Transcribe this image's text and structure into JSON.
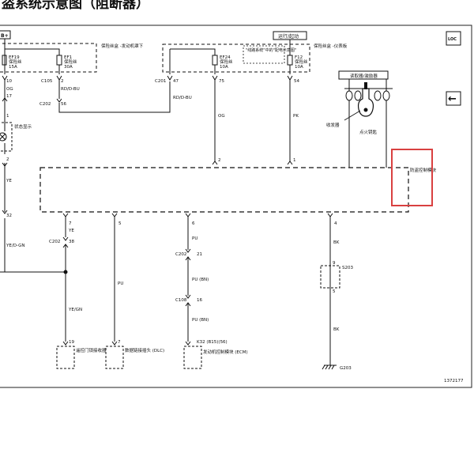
{
  "title": "盗系统示意图（阻断器）",
  "fuse_boxes": {
    "left": "保险丝盒 -发动机罩下",
    "right": "保险丝盒 -仪表板",
    "note": "\"线路系统\"中的\"配电示意图\""
  },
  "supply_labels": {
    "b_plus": "B+",
    "run_crank": "运行/起动"
  },
  "fuses": [
    {
      "id": "EF19",
      "type": "保险丝",
      "rating": "15A"
    },
    {
      "id": "EF1",
      "type": "保险丝",
      "rating": "30A"
    },
    {
      "id": "EF24",
      "type": "保险丝",
      "rating": "10A"
    },
    {
      "id": "F12",
      "type": "保险丝",
      "rating": "10A"
    }
  ],
  "pins": {
    "p10": "10",
    "c105": "C105",
    "p2": "2",
    "c201": "C201",
    "p47": "47",
    "p75": "75",
    "p54": "54",
    "p17": "17",
    "c202": "C202",
    "p56": "56",
    "p1": "1",
    "p2b": "2",
    "m2": "2",
    "m1": "1",
    "p32": "32",
    "m7": "7",
    "m5": "5",
    "m6": "6",
    "m4": "4",
    "p38": "38",
    "p21": "21",
    "c108": "C108",
    "p16": "16",
    "p9": "9",
    "s203": "S203",
    "p5": "5",
    "e19": "19",
    "e7": "7",
    "k32": "K32 (B15)(56)"
  },
  "wires": {
    "og": "OG",
    "rd_bu_1": "RD/D-BU",
    "rd_bu_2": "RD/D-BU",
    "og2": "OG",
    "pk": "PK",
    "ye": "YE",
    "ye_d_gn": "YE/D-GN",
    "ye2": "YE",
    "ye_gn": "YE/GN",
    "pu1": "PU",
    "pu2": "PU",
    "pu_bn1": "PU (BN)",
    "pu_bn2": "PU (BN)",
    "bk1": "BK",
    "bk2": "BK"
  },
  "components": {
    "status_display": "状态显示",
    "reader_exciter": "读取器/激励器",
    "transceiver": "收发器",
    "ignition_key": "点火钥匙",
    "immobilizer": "防盗控制模块",
    "remote_receiver": "遥控门锁接收器",
    "dlc": "数据链接插头 (DLC)",
    "ecm": "发动机控制模块 (ECM)",
    "ground": "G203"
  },
  "side_buttons": {
    "loc": "LOC",
    "back": "←"
  },
  "figure_number": "1372177",
  "highlight_color": "#d94040"
}
